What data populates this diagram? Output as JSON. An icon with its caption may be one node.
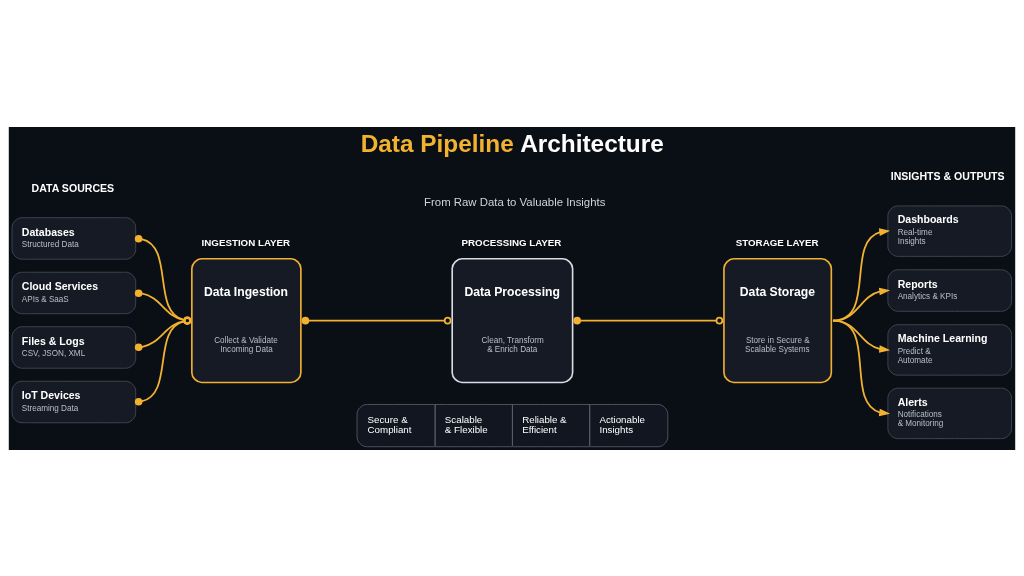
{
  "diagram": {
    "title": "Data Pipeline Architecture",
    "nodes": [
      {
        "text": [
          "Databases",
          "Structured Data"
        ]
      },
      {
        "text": [
          "Cloud Services",
          "APIs & SaaS"
        ]
      },
      {
        "text": [
          "Files & Logs",
          "CSV, JSON, XML"
        ]
      },
      {
        "text": [
          "IoT Devices",
          "Streaming Data"
        ]
      },
      {
        "text": [
          "INGESTION LAYER",
          "Data Ingestion",
          "Collect & Validate Incoming Data"
        ]
      },
      {
        "text": [
          "PROCESSING LAYER",
          "Data Processing",
          "Clean, Transform & Enrich Data"
        ]
      },
      {
        "text": [
          "STORAGE LAYER",
          "Data Storage",
          "Store in Secure & Scalable Systems"
        ]
      },
      {
        "text": [
          "Dashboards",
          "Real-time Insights"
        ]
      },
      {
        "text": [
          "Reports",
          "Analytics & KPIs"
        ]
      },
      {
        "text": [
          "Machine Learning",
          "Predict & Automate"
        ]
      },
      {
        "text": [
          "Alerts",
          "Notifications & Monitoring"
        ]
      },
      {
        "text": [
          "Secure & Compliant",
          "Scalable & Flexible",
          "Reliable & Efficient",
          "Actionable Insights"
        ]
      }
    ],
    "edges": [
      {
        "from": 0,
        "to": 4,
        "arrow": "other"
      },
      {
        "from": 1,
        "to": 4,
        "arrow": "other"
      },
      {
        "from": 2,
        "to": 4,
        "arrow": "other"
      },
      {
        "from": 3,
        "to": 4,
        "arrow": "other"
      },
      {
        "from": 4,
        "to": 5,
        "arrow": "other"
      },
      {
        "from": 5,
        "to": 6,
        "arrow": "other"
      },
      {
        "from": 6,
        "to": 7,
        "arrow": "to"
      },
      {
        "from": 6,
        "to": 8,
        "arrow": "to"
      },
      {
        "from": 6,
        "to": 9,
        "arrow": "to"
      },
      {
        "from": 6,
        "to": 10,
        "arrow": "to"
      }
    ],
    "labels": [
      "From Raw Data to Valuable Insights",
      "DATA SOURCES",
      "INSIGHTS & OUTPUTS"
    ]
  }
}
